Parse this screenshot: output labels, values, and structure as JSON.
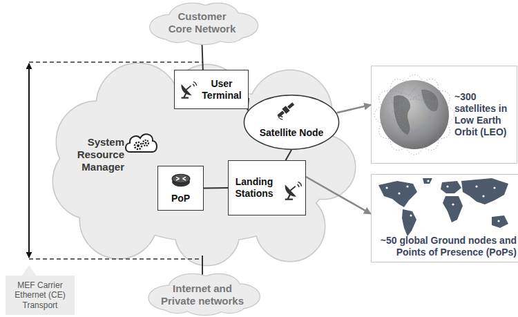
{
  "diagram": {
    "nodes": [
      {
        "text": [
          "Customer Core Network"
        ]
      },
      {
        "text": [
          "User Terminal"
        ]
      },
      {
        "text": [
          "Satellite Node"
        ]
      },
      {
        "text": [
          "~300 satellites in Low Earth Orbit (LEO)"
        ]
      },
      {
        "text": [
          "PoP"
        ]
      },
      {
        "text": [
          "Landing Stations"
        ]
      },
      {
        "text": [
          "~50 global Ground nodes and Points of Presence (PoPs)"
        ]
      },
      {
        "text": [
          "Internet and Private networks"
        ]
      },
      {
        "text": [
          "MEF Carrier Ethernet (CE) Transport"
        ]
      }
    ],
    "edges": [
      {
        "from": 0,
        "to": 1,
        "arrow": "none"
      },
      {
        "from": 1,
        "to": 2,
        "arrow": "none"
      },
      {
        "from": 2,
        "to": 3,
        "arrow": "to"
      },
      {
        "from": 2,
        "to": 5,
        "arrow": "none"
      },
      {
        "from": 4,
        "to": 5,
        "arrow": "none"
      },
      {
        "from": 5,
        "to": 6,
        "arrow": "to"
      }
    ],
    "labels": [
      "System Resource Manager"
    ]
  }
}
